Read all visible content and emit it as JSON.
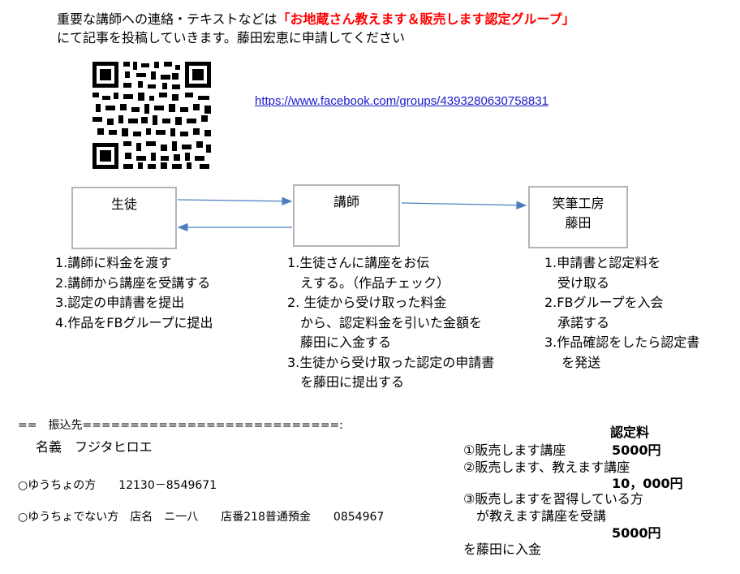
{
  "header": {
    "line1_prefix": "重要な講師への連絡・テキストなどは",
    "line1_highlight": "「お地蔵さん教えます＆販売します認定グループ」",
    "line2": "にて記事を投稿していきます。藤田宏恵に申請してください"
  },
  "qr": {
    "icon": "qr-code-icon"
  },
  "link": {
    "url": "https://www.facebook.com/groups/4393280630758831"
  },
  "flow": {
    "box_student": "生徒",
    "box_teacher": "講師",
    "box_studio_line1": "笑筆工房",
    "box_studio_line2": "藤田",
    "accent_line": "#4a7ebf"
  },
  "lists": {
    "student": [
      "1.講師に料金を渡す",
      "2.講師から講座を受講する",
      "3.認定の申請書を提出",
      "4.作品をFBグループに提出"
    ],
    "teacher": [
      "1.生徒さんに講座をお伝",
      "　えする。（作品チェック）",
      "2. 生徒から受け取った料金",
      "　から、認定料金を引いた金額を",
      "　藤田に入金する",
      "3.生徒から受け取った認定の申請書",
      "　を藤田に提出する"
    ],
    "studio": [
      "1.申請書と認定料を",
      "　受け取る",
      "2.FBグループを入会",
      "　承諾する",
      "3.作品確認をしたら認定書",
      "　 を発送"
    ]
  },
  "bank": {
    "divider": "==　振込先===========================:",
    "name": "名義　フジタヒロエ",
    "yucho": "○ゆうちょの方　　12130－8549671",
    "other": "○ゆうちょでない方　店名　ニ一八　　店番218普通預金　　0854967"
  },
  "fees": {
    "title": "認定料",
    "item1_label": "①販売します講座",
    "item1_price": "5000円",
    "item2_label": "②販売します、教えます講座",
    "item2_price": "10，000円",
    "item3_label_line1": "③販売しますを習得している方",
    "item3_label_line2": "　が教えます講座を受講",
    "item3_price": "5000円",
    "footer": "を藤田に入金"
  }
}
